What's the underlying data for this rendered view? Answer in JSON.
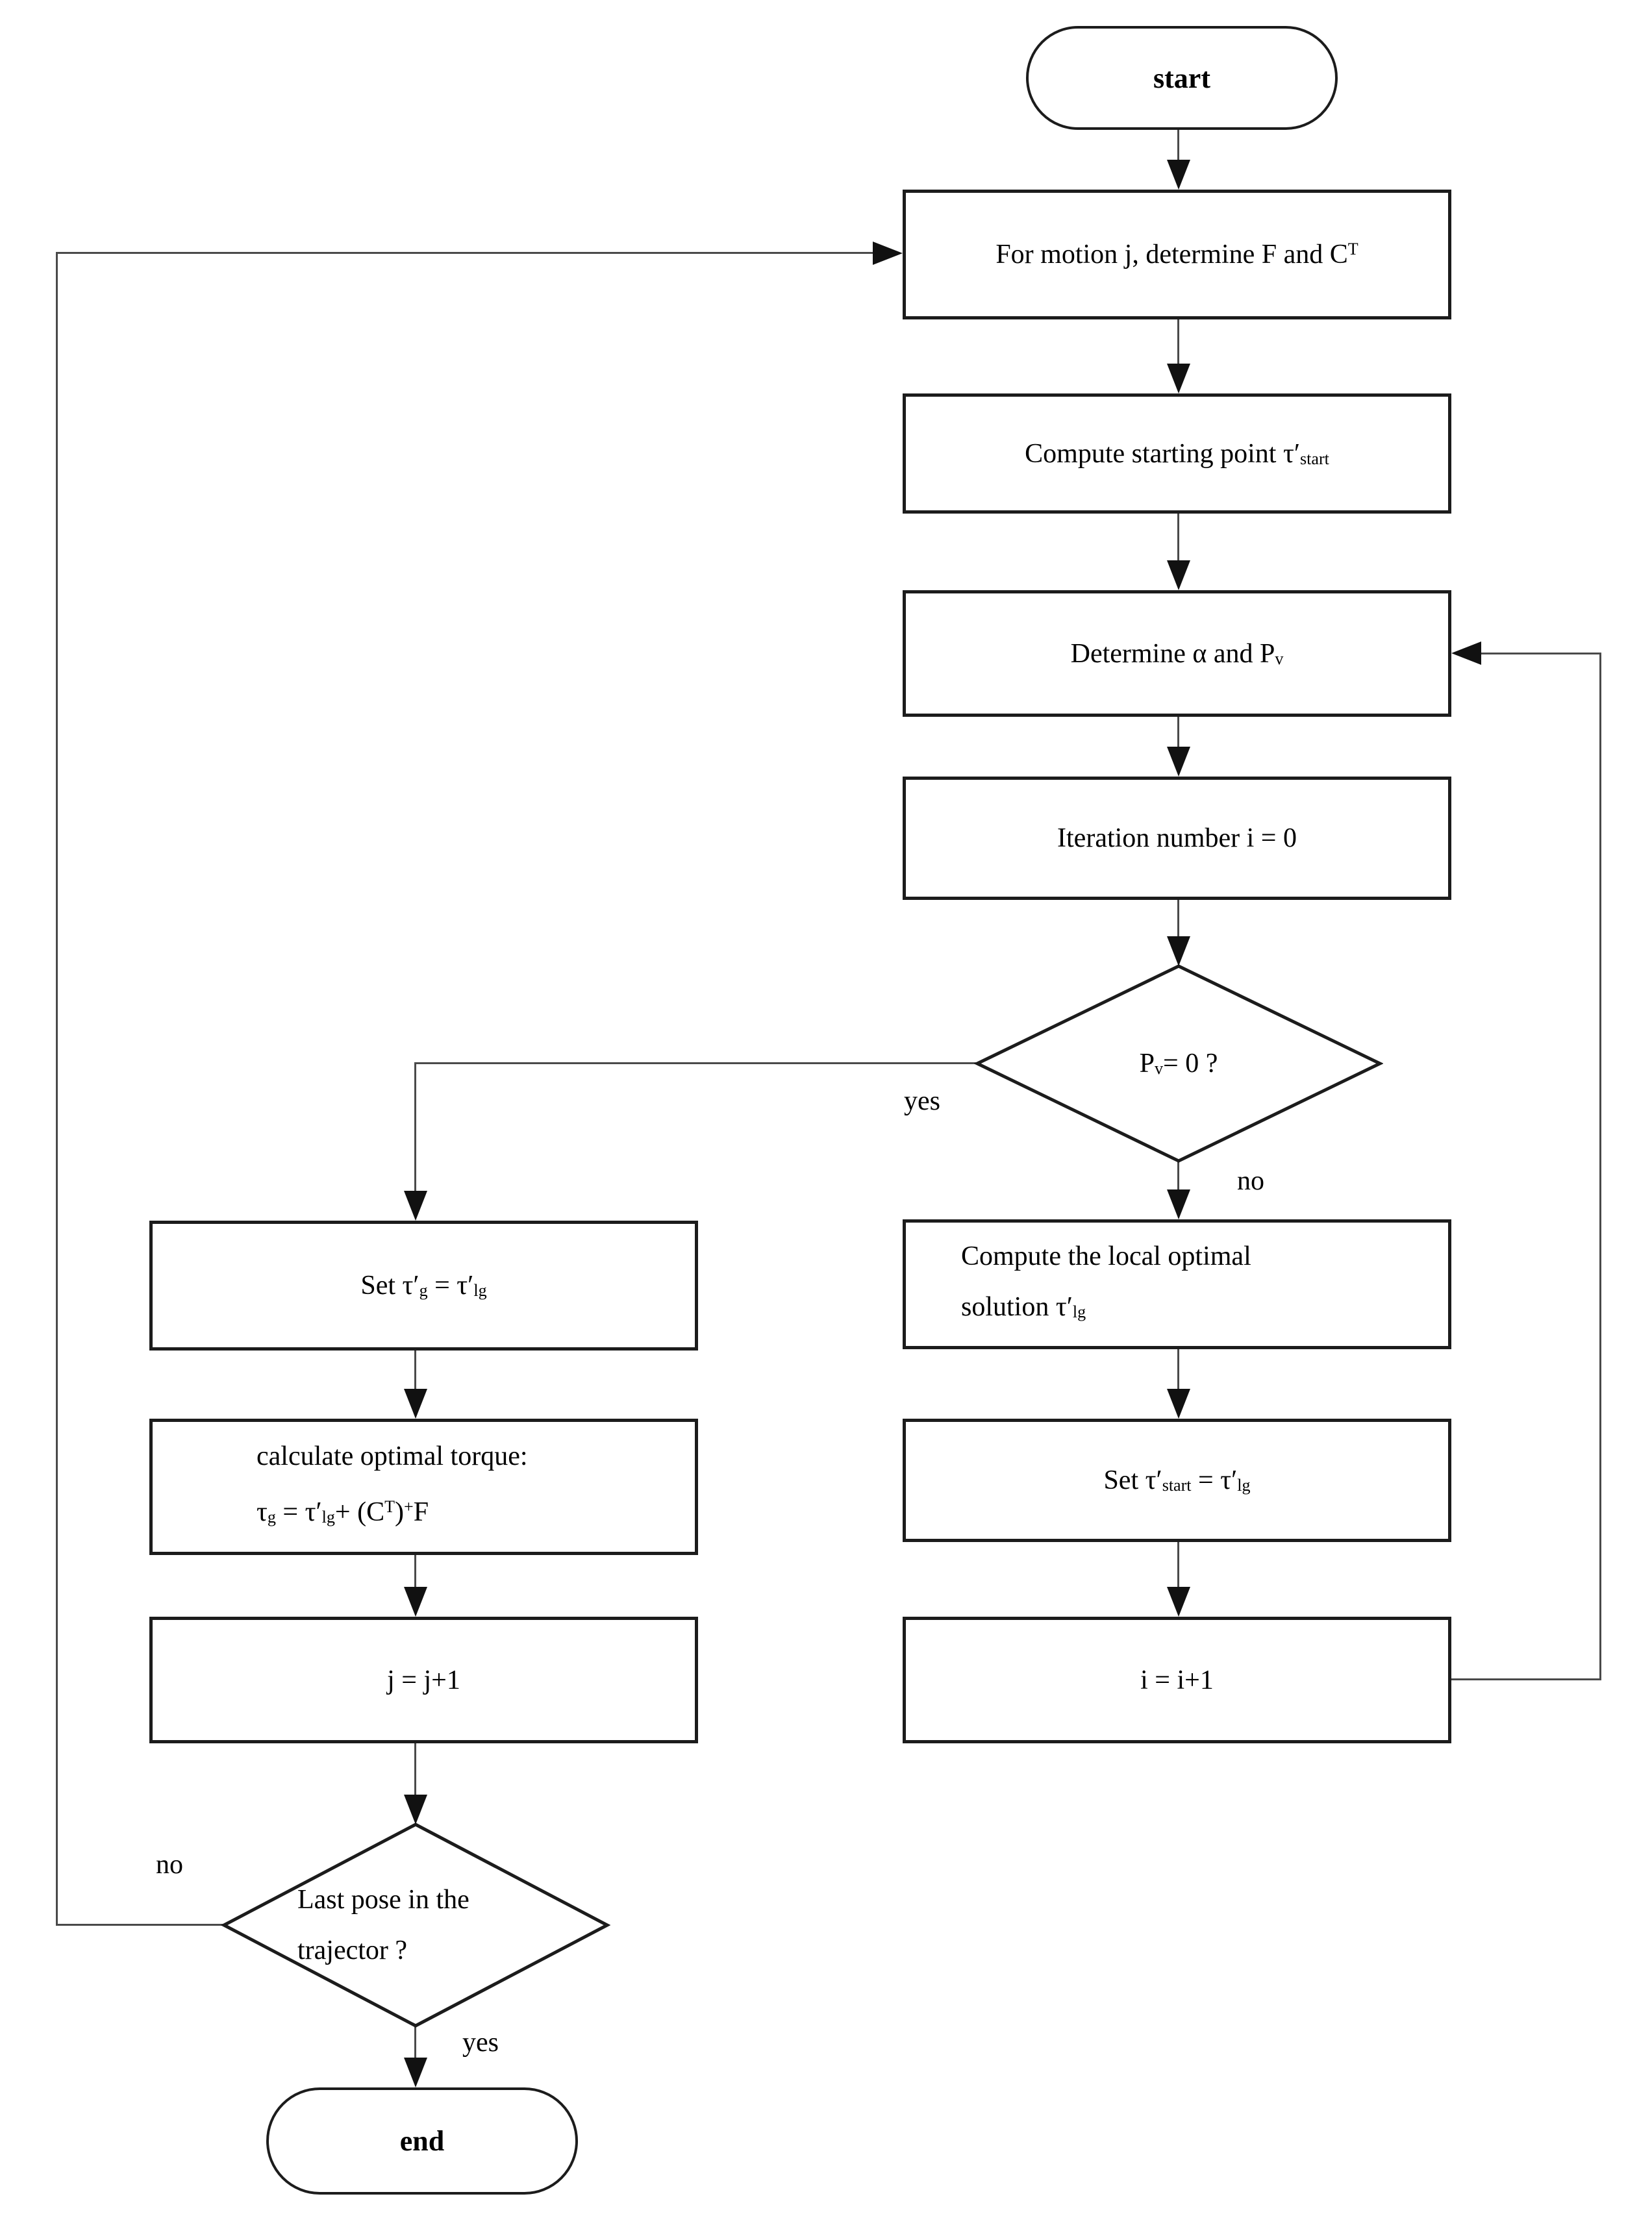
{
  "page": {
    "background": "#ffffff"
  },
  "colors": {
    "box_border": "#1c1c1c",
    "connector": "#4a4a4a",
    "arrowhead": "#111111",
    "text": "#000000"
  },
  "nodes": {
    "start": {
      "label": "start"
    },
    "for_motion": {
      "text": "For motion j, determine F and C",
      "sup": "T"
    },
    "compute_start": {
      "text": "Compute starting point τ′",
      "sub": "start"
    },
    "determine": {
      "pre": "Determine α and P",
      "sub": "v"
    },
    "iteration": {
      "label": "Iteration number i = 0"
    },
    "pv_zero": {
      "pre": "P",
      "sub": "v",
      "post": "= 0 ?"
    },
    "local_optimal": {
      "line1": "Compute the local optimal",
      "line2": "solution τ′",
      "line2_sub": "lg"
    },
    "set_start": {
      "a": "Set τ′",
      "a_sub": "start",
      "b": " = τ′",
      "b_sub": "lg"
    },
    "i_inc": {
      "label": "i = i+1"
    },
    "set_g": {
      "a": "Set τ′",
      "a_sub": "g",
      "b": " = τ′",
      "b_sub": "lg"
    },
    "calc_torque": {
      "line1": "calculate optimal torque:",
      "t1": "τ",
      "t1_sub": "g",
      "t2": " = τ′",
      "t2_sub": "lg",
      "t3": "+ (C",
      "t3_sup": "T",
      "t4": ")",
      "t4_sup": "+",
      "t5": "F"
    },
    "j_inc": {
      "label": "j = j+1"
    },
    "last_pose": {
      "line1": "Last pose in the",
      "line2": "trajector ?"
    },
    "end": {
      "label": "end"
    }
  },
  "labels": {
    "yes_pv": "yes",
    "no_pv": "no",
    "no_last": "no",
    "yes_last": "yes"
  }
}
